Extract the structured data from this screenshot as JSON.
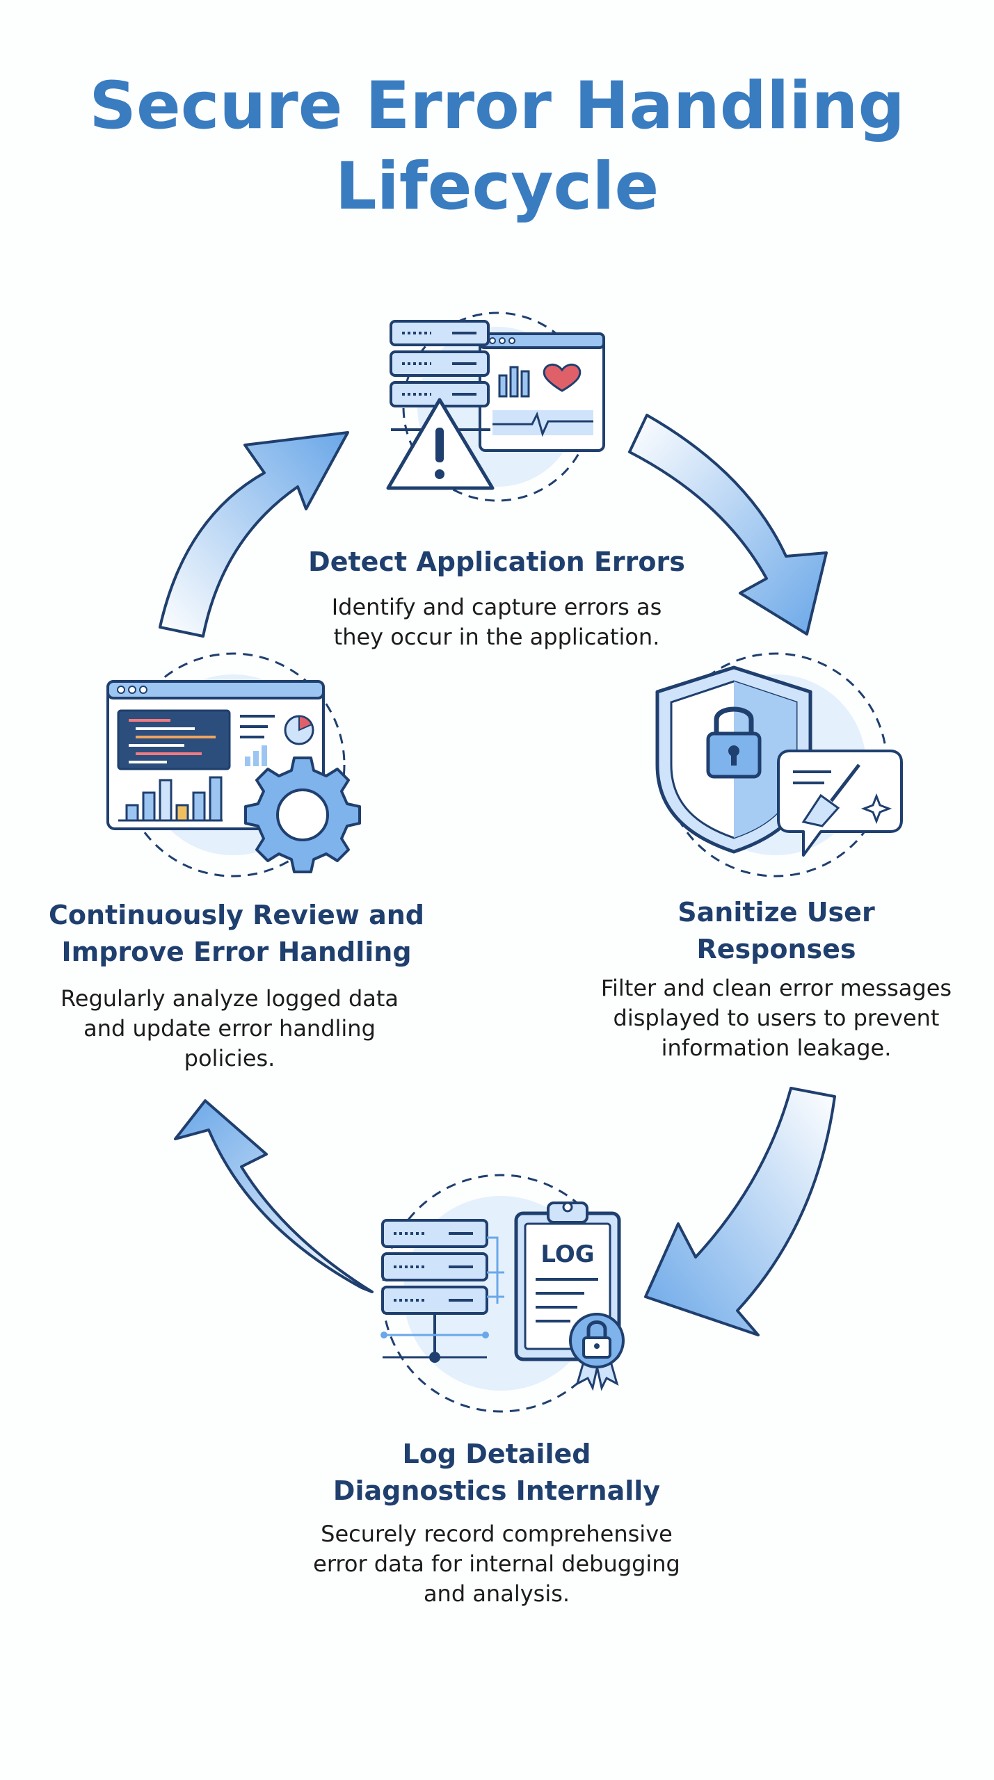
{
  "title": {
    "line1": "Secure Error Handling",
    "line2": "Lifecycle"
  },
  "steps": [
    {
      "id": "detect",
      "title": "Detect Application Errors",
      "description": "Identify and capture errors as they occur in the application.",
      "icon": "server-monitor-warning-icon"
    },
    {
      "id": "sanitize",
      "title": "Sanitize User Responses",
      "description": "Filter and clean error messages displayed to users to prevent information leakage.",
      "icon": "shield-lock-icon"
    },
    {
      "id": "log",
      "title": "Log Detailed Diagnostics Internally",
      "description": "Securely record comprehensive error data for internal debugging and analysis.",
      "icon": "server-log-clipboard-icon",
      "badge": "LOG"
    },
    {
      "id": "review",
      "title": "Continuously Review and Improve Error Handling",
      "description": "Regularly analyze logged data and update error handling policies.",
      "icon": "dashboard-gear-icon"
    }
  ],
  "colors": {
    "title": "#3a7cc0",
    "heading": "#1f3f6e",
    "text": "#1c1c1c",
    "outline": "#1f3f6e",
    "fill_light": "#cfe3fa",
    "fill_mid": "#7fb3ec",
    "accent_red": "#e0606a",
    "accent_orange": "#f0a560"
  }
}
